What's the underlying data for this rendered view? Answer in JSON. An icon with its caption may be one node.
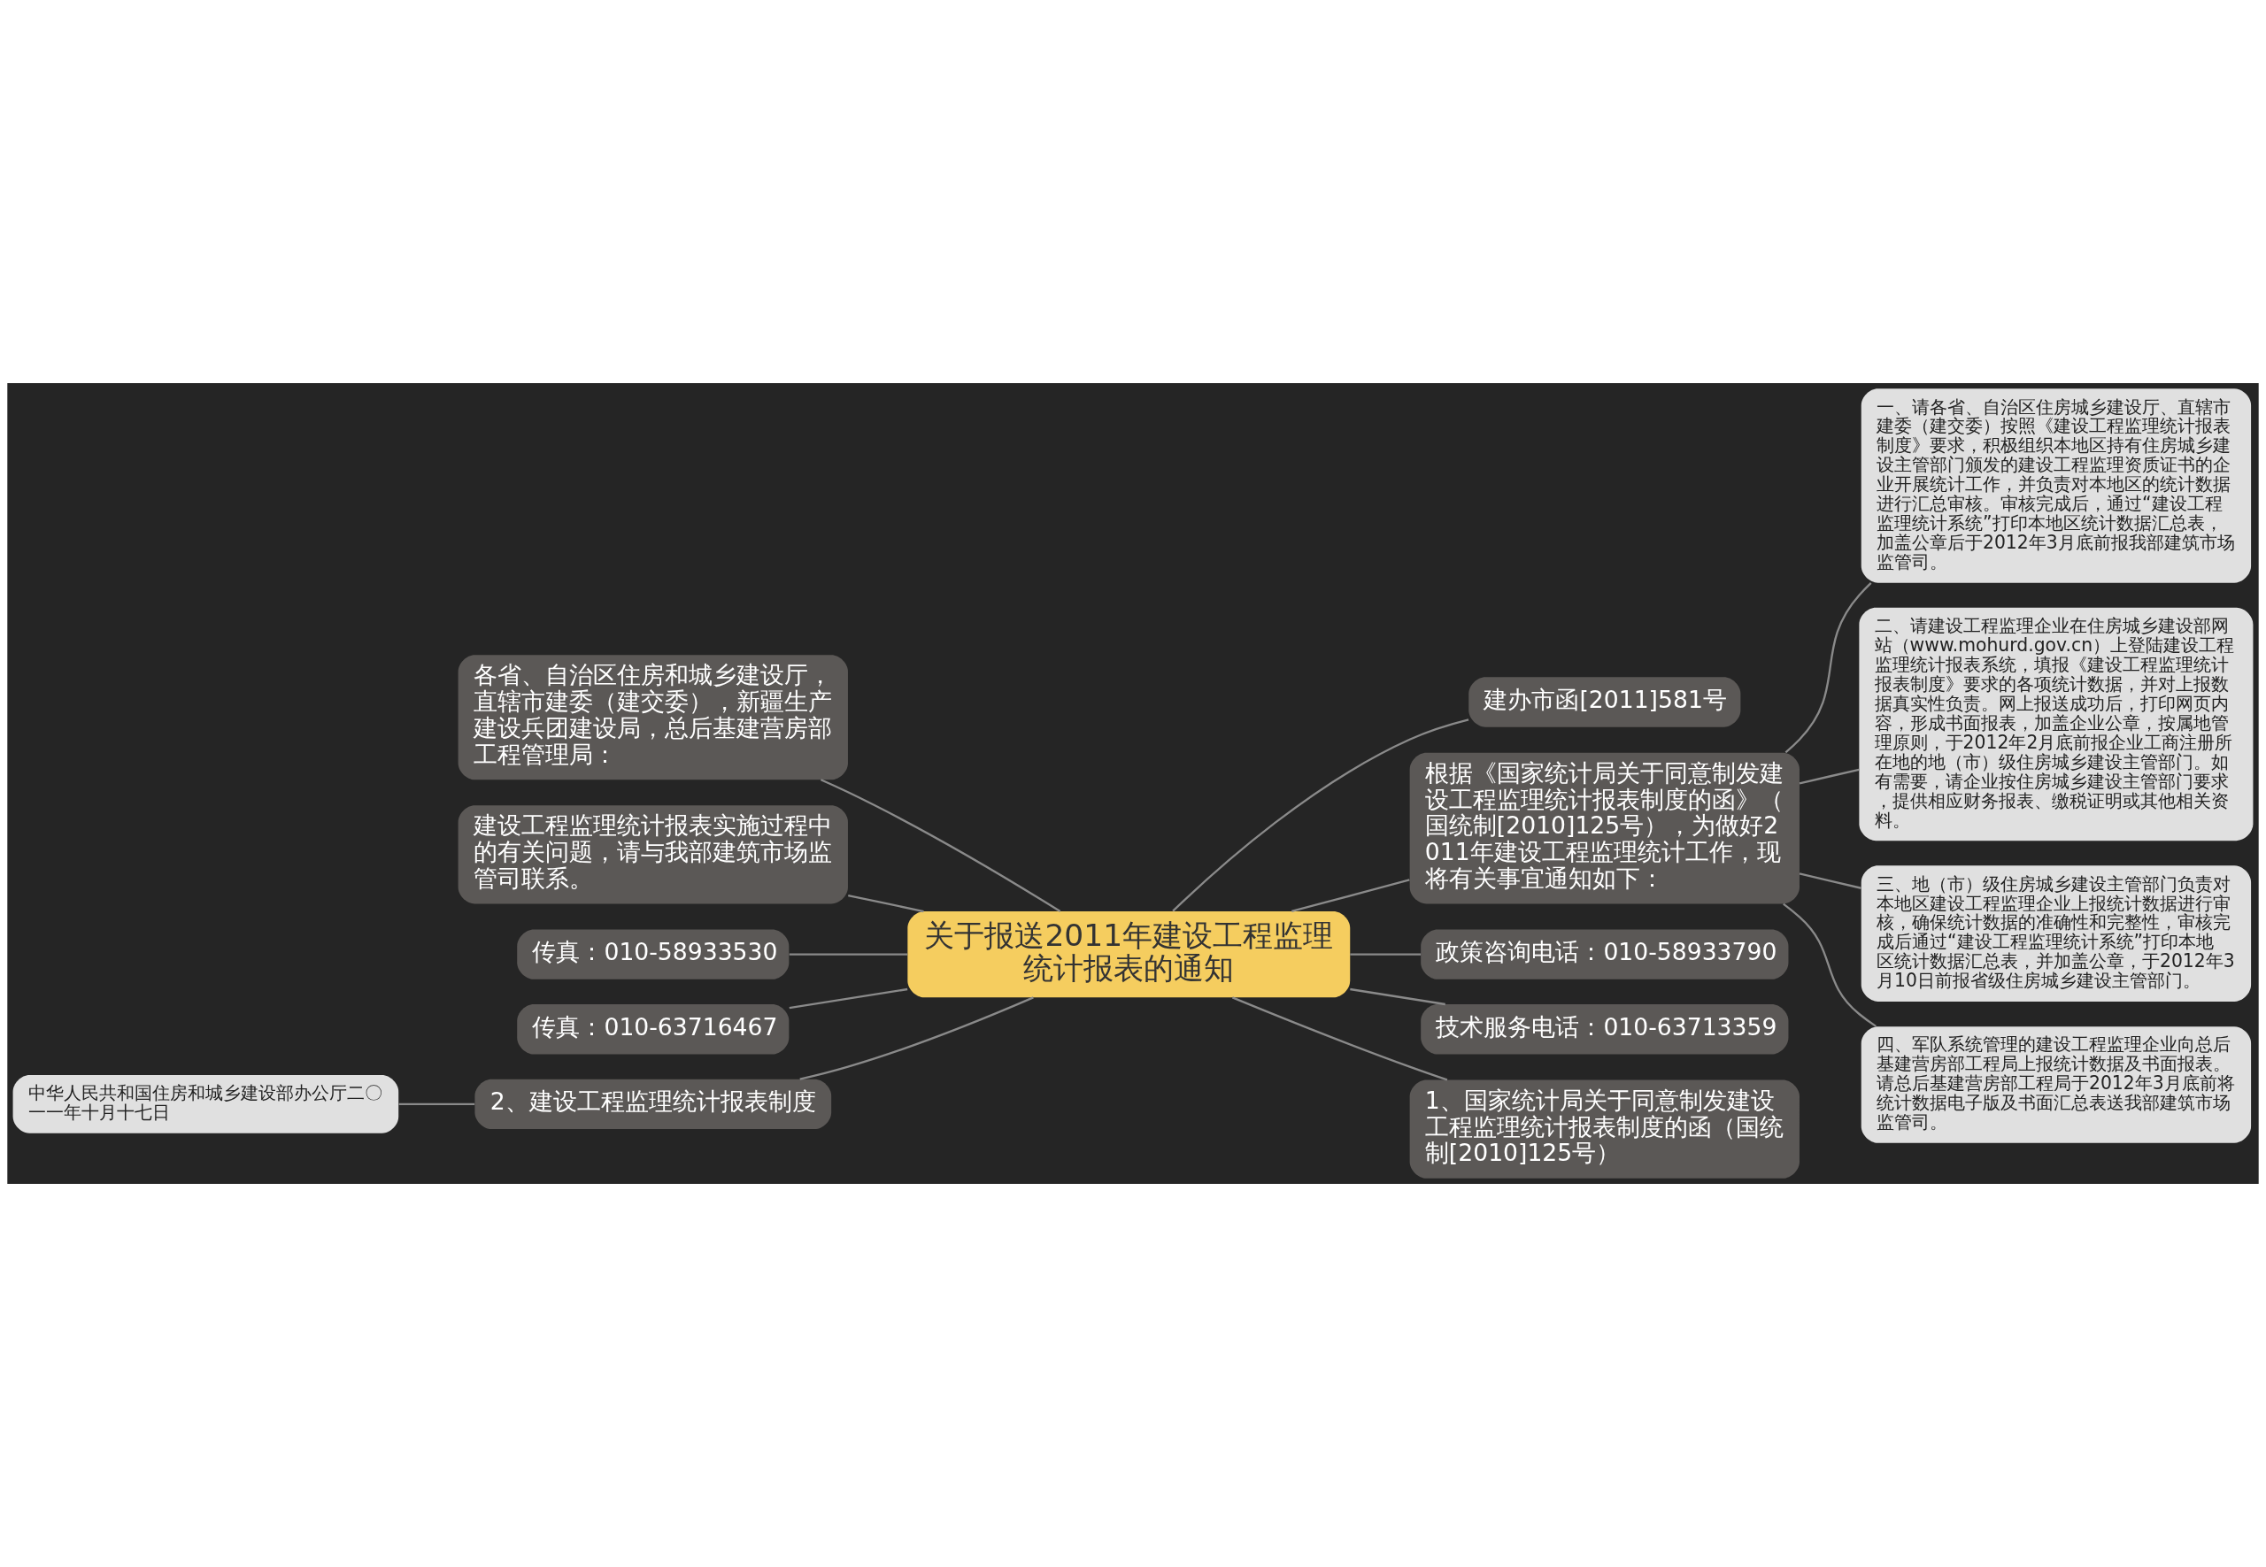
{
  "diagram": {
    "nodes": [
      {
        "text": [
          "关于报送2011年建设工程监理统计报表的通知"
        ]
      },
      {
        "text": [
          "建办市函[2011]581号"
        ]
      },
      {
        "text": [
          "根据《国家统计局关于同意制发建设工程监理统计报表制度的函》（国统制[2010]125号），为做好2011年建设工程监理统计工作，现将有关事宜通知如下："
        ]
      },
      {
        "text": [
          "一、请各省、自治区住房城乡建设厅、直辖市建委（建交委）按照《建设工程监理统计报表制度》要求，积极组织本地区持有住房城乡建设主管部门颁发的建设工程监理资质证书的企业开展统计工作，并负责对本地区的统计数据进行汇总审核。审核完成后，通过“建设工程监理统计系统”打印本地区统计数据汇总表，加盖公章后于2012年3月底前报我部建筑市场监管司。"
        ]
      },
      {
        "text": [
          "二、请建设工程监理企业在住房城乡建设部网站（www.mohurd.gov.cn）上登陆建设工程监理统计报表系统，填报《建设工程监理统计报表制度》要求的各项统计数据，并对上报数据真实性负责。网上报送成功后，打印网页内容，形成书面报表，加盖企业公章，按属地管理原则，于2012年2月底前报企业工商注册所在地的地（市）级住房城乡建设主管部门。如有需要，请企业按住房城乡建设主管部门要求，提供相应财务报表、缴税证明或其他相关资料。"
        ]
      },
      {
        "text": [
          "三、地（市）级住房城乡建设主管部门负责对本地区建设工程监理企业上报统计数据进行审核，确保统计数据的准确性和完整性，审核完成后通过“建设工程监理统计系统”打印本地区统计数据汇总表，并加盖公章，于2012年3月10日前报省级住房城乡建设主管部门。"
        ]
      },
      {
        "text": [
          "四、军队系统管理的建设工程监理企业向总后基建营房部工程局上报统计数据及书面报表。请总后基建营房部工程局于2012年3月底前将统计数据电子版及书面汇总表送我部建筑市场监管司。"
        ]
      },
      {
        "text": [
          "政策咨询电话：010-58933790"
        ]
      },
      {
        "text": [
          "技术服务电话：010-63713359"
        ]
      },
      {
        "text": [
          "1、国家统计局关于同意制发建设工程监理统计报表制度的函（国统制[2010]125号）"
        ]
      },
      {
        "text": [
          "各省、自治区住房和城乡建设厅，直辖市建委（建交委），新疆生产建设兵团建设局，总后基建营房部工程管理局："
        ]
      },
      {
        "text": [
          "建设工程监理统计报表实施过程中的有关问题，请与我部建筑市场监管司联系。"
        ]
      },
      {
        "text": [
          "传真：010-58933530"
        ]
      },
      {
        "text": [
          "传真：010-63716467"
        ]
      },
      {
        "text": [
          "2、建设工程监理统计报表制度"
        ]
      },
      {
        "text": [
          "中华人民共和国住房和城乡建设部办公厅二〇一一年十月十七日"
        ]
      }
    ],
    "edges": [
      {
        "from": 0,
        "to": 1,
        "arrow": "none"
      },
      {
        "from": 0,
        "to": 2,
        "arrow": "none"
      },
      {
        "from": 2,
        "to": 3,
        "arrow": "none"
      },
      {
        "from": 2,
        "to": 4,
        "arrow": "none"
      },
      {
        "from": 2,
        "to": 5,
        "arrow": "none"
      },
      {
        "from": 2,
        "to": 6,
        "arrow": "none"
      },
      {
        "from": 0,
        "to": 7,
        "arrow": "none"
      },
      {
        "from": 0,
        "to": 8,
        "arrow": "none"
      },
      {
        "from": 0,
        "to": 9,
        "arrow": "none"
      },
      {
        "from": 0,
        "to": 10,
        "arrow": "none"
      },
      {
        "from": 0,
        "to": 11,
        "arrow": "none"
      },
      {
        "from": 0,
        "to": 12,
        "arrow": "none"
      },
      {
        "from": 0,
        "to": 13,
        "arrow": "none"
      },
      {
        "from": 0,
        "to": 14,
        "arrow": "none"
      },
      {
        "from": 14,
        "to": 15,
        "arrow": "none"
      }
    ]
  }
}
